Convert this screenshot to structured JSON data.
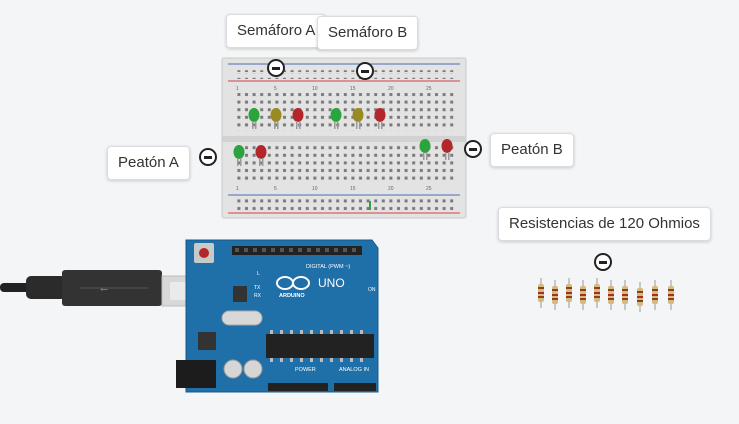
{
  "annotations": {
    "semaforo_a": "Semáforo A",
    "semaforo_b": "Semáforo B",
    "peaton_a": "Peatón A",
    "peaton_b": "Peatón B",
    "resistencias": "Resistencias de 120 Ohmios"
  },
  "arduino": {
    "uno_label": "UNO",
    "brand_label": "ARDUINO",
    "digital_label": "DIGITAL (PWM ~)",
    "power_label": "POWER",
    "analog_label": "ANALOG IN",
    "on_label": "ON",
    "tx_label": "TX",
    "rx_label": "RX",
    "l_label": "L"
  },
  "colors": {
    "background": "#f4f5f6",
    "board_blue": "#1f6fa8",
    "led_green": "#2aa53d",
    "led_yellow": "#9a8a22",
    "led_red": "#b3262a"
  }
}
